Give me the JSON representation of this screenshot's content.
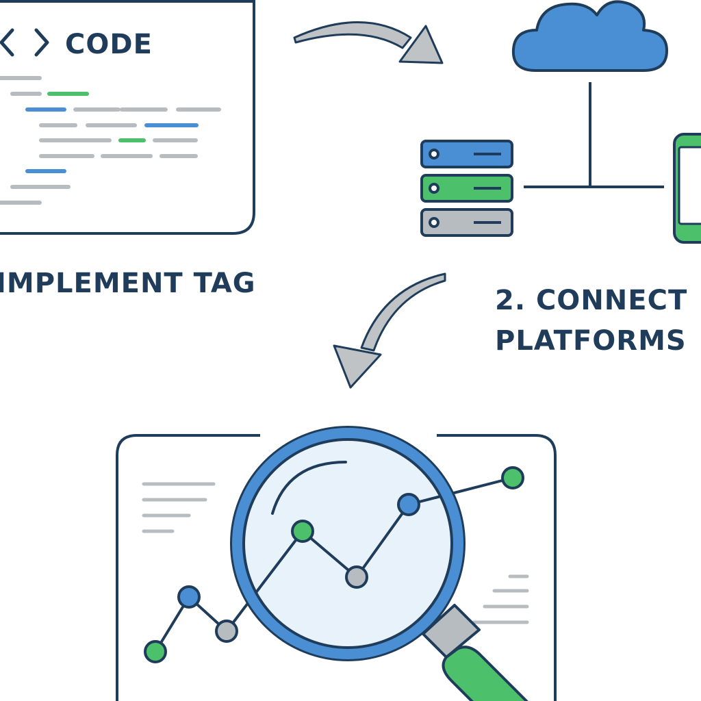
{
  "code_panel": {
    "icon": "code-brackets-icon",
    "title": "CODE"
  },
  "labels": {
    "step1": "IMPLEMENT TAG",
    "step2_line1": "2. CONNECT",
    "step2_line2": "PLATFORMS"
  },
  "icons": {
    "cloud": "cloud-icon",
    "server": "server-stack-icon",
    "device": "mobile-device-icon",
    "magnifier": "magnifying-glass-icon",
    "arrow": "curved-arrow-icon"
  },
  "colors": {
    "navy": "#1f3c5a",
    "blue": "#4a8fd4",
    "green": "#4cc06a",
    "gray": "#b7bcc1",
    "lens": "#e8f2fb"
  }
}
